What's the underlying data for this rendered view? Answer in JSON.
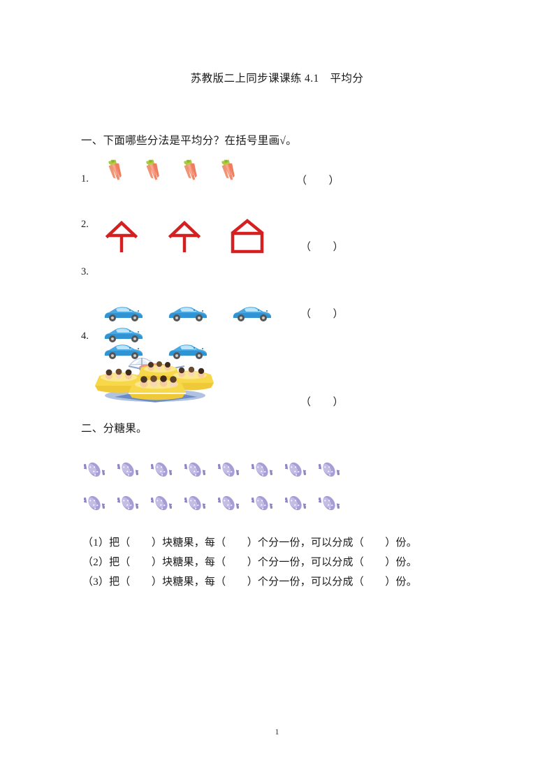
{
  "document": {
    "title": "苏教版二上同步课课练 4.1　平均分",
    "page_number": "1"
  },
  "sections": [
    {
      "heading": "一、下面哪些分法是平均分？在括号里画√。",
      "items": [
        {
          "number": "1.",
          "illustration": "carrot-bunches",
          "count": 4,
          "answer_box": "（　　）"
        },
        {
          "number": "2.",
          "illustration": "red-shapes",
          "shapes": [
            "arrow-up",
            "arrow-up",
            "house"
          ],
          "answer_box": "（　　）"
        },
        {
          "number": "3.",
          "illustration": "blue-cars",
          "rows": [
            3,
            1,
            2
          ],
          "answer_box": "（　　）"
        },
        {
          "number": "4.",
          "illustration": "carousel-ride",
          "answer_box": "（　　）"
        }
      ]
    },
    {
      "heading": "二、分糖果。",
      "illustration": "candies",
      "candy_rows": [
        8,
        8
      ],
      "candy_total": 16,
      "fill_lines": [
        "（1）把（　　）块糖果，每（　　）个分一份，可以分成（　　）份。",
        "（2）把（　　）块糖果，每（　　）个分一份，可以分成（　　）份。",
        "（3）把（　　）块糖果，每（　　）个分一份，可以分成（　　）份。"
      ]
    }
  ],
  "colors": {
    "text": "#1a1a1a",
    "shape_red": "#d42020",
    "carrot_body": "#f4866b",
    "carrot_leaf": "#a9c83c",
    "car_blue": "#4aa8e0",
    "car_blue_dark": "#1f7fc0",
    "candy_purple": "#9b92cc",
    "candy_light": "#cfc9e8",
    "carousel_yellow": "#f7d84b"
  }
}
